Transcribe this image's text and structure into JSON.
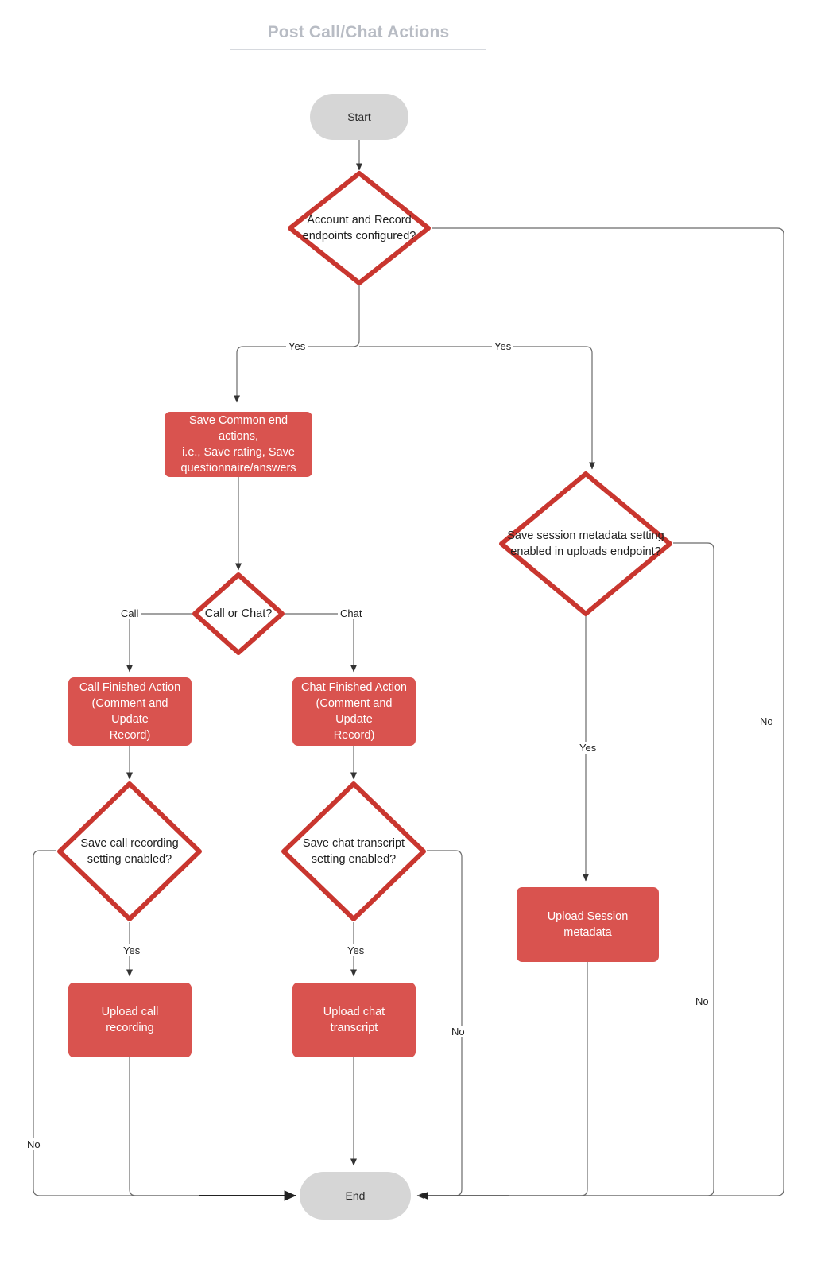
{
  "header": {
    "title": "Post Call/Chat Actions"
  },
  "palette": {
    "process_fill": "#d9534f",
    "decision_stroke": "#c9362f",
    "terminal_fill": "#d6d6d6",
    "edge_stroke": "#5a5a5a",
    "text_light": "#ffffff",
    "text_dark": "#1f1f1f",
    "title_color": "#b8bcc4"
  },
  "chart_data": {
    "type": "diagram",
    "title": "Post Call/Chat Actions",
    "nodes": [
      {
        "id": "start",
        "label": "Start",
        "shape": "terminal"
      },
      {
        "id": "d_endpoints",
        "label": "Account and Record\nendpoints configured?",
        "shape": "decision"
      },
      {
        "id": "p_common",
        "label": "Save Common end actions,\ni.e., Save rating, Save\nquestionnaire/answers",
        "shape": "process"
      },
      {
        "id": "d_callchat",
        "label": "Call or Chat?",
        "shape": "decision"
      },
      {
        "id": "p_callfin",
        "label": "Call Finished Action\n(Comment and Update\nRecord)",
        "shape": "process"
      },
      {
        "id": "p_chatfin",
        "label": "Chat Finished Action\n(Comment and Update\nRecord)",
        "shape": "process"
      },
      {
        "id": "d_callrec",
        "label": "Save call recording\nsetting enabled?",
        "shape": "decision"
      },
      {
        "id": "d_chattr",
        "label": "Save chat transcript\nsetting enabled?",
        "shape": "decision"
      },
      {
        "id": "p_upcall",
        "label": "Upload call recording",
        "shape": "process"
      },
      {
        "id": "p_upchat",
        "label": "Upload chat transcript",
        "shape": "process"
      },
      {
        "id": "d_sessmeta",
        "label": "Save session metadata setting\nenabled in uploads endpoint?",
        "shape": "decision"
      },
      {
        "id": "p_upmeta",
        "label": "Upload Session metadata",
        "shape": "process"
      },
      {
        "id": "end",
        "label": "End",
        "shape": "terminal"
      }
    ],
    "edges": [
      {
        "from": "start",
        "to": "d_endpoints",
        "label": ""
      },
      {
        "from": "d_endpoints",
        "to": "p_common",
        "label": "Yes"
      },
      {
        "from": "d_endpoints",
        "to": "d_sessmeta",
        "label": "Yes"
      },
      {
        "from": "d_endpoints",
        "to": "end",
        "label": "No"
      },
      {
        "from": "p_common",
        "to": "d_callchat",
        "label": ""
      },
      {
        "from": "d_callchat",
        "to": "p_callfin",
        "label": "Call"
      },
      {
        "from": "d_callchat",
        "to": "p_chatfin",
        "label": "Chat"
      },
      {
        "from": "p_callfin",
        "to": "d_callrec",
        "label": ""
      },
      {
        "from": "p_chatfin",
        "to": "d_chattr",
        "label": ""
      },
      {
        "from": "d_callrec",
        "to": "p_upcall",
        "label": "Yes"
      },
      {
        "from": "d_callrec",
        "to": "end",
        "label": "No"
      },
      {
        "from": "d_chattr",
        "to": "p_upchat",
        "label": "Yes"
      },
      {
        "from": "d_chattr",
        "to": "end",
        "label": "No"
      },
      {
        "from": "p_upcall",
        "to": "end",
        "label": ""
      },
      {
        "from": "p_upchat",
        "to": "end",
        "label": ""
      },
      {
        "from": "d_sessmeta",
        "to": "p_upmeta",
        "label": "Yes"
      },
      {
        "from": "d_sessmeta",
        "to": "end",
        "label": "No"
      },
      {
        "from": "p_upmeta",
        "to": "end",
        "label": ""
      }
    ]
  },
  "labels": {
    "yes_left": "Yes",
    "yes_right": "Yes",
    "no_far_right": "No",
    "call": "Call",
    "chat": "Chat",
    "yes_callrec": "Yes",
    "yes_chattr": "Yes",
    "yes_sessmeta": "Yes",
    "no_callrec": "No",
    "no_chattr": "No",
    "no_sessmeta": "No"
  },
  "nodes_text": {
    "start": "Start",
    "d_endpoints": "Account and Record\nendpoints configured?",
    "p_common": "Save Common end actions,\ni.e., Save rating, Save\nquestionnaire/answers",
    "d_callchat": "Call or Chat?",
    "p_callfin": "Call Finished Action\n(Comment and Update\nRecord)",
    "p_chatfin": "Chat Finished Action\n(Comment and Update\nRecord)",
    "d_callrec": "Save call recording\nsetting enabled?",
    "d_chattr": "Save chat transcript\nsetting enabled?",
    "p_upcall": "Upload call recording",
    "p_upchat": "Upload chat transcript",
    "d_sessmeta": "Save session metadata setting\nenabled in uploads endpoint?",
    "p_upmeta": "Upload Session metadata",
    "end": "End"
  }
}
